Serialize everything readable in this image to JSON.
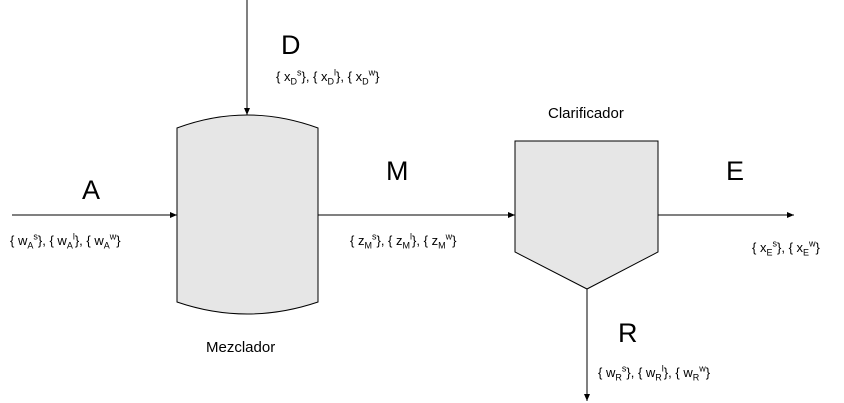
{
  "colors": {
    "stroke": "#000000",
    "fill_equipment": "#e6e6e6",
    "background": "#ffffff"
  },
  "units": {
    "mixer": {
      "label": "Mezclador"
    },
    "clarifier": {
      "label": "Clarificador"
    }
  },
  "streams": {
    "A": {
      "letter": "A",
      "comp": [
        {
          "v": "w",
          "s": "A",
          "p": "s"
        },
        {
          "v": "w",
          "s": "A",
          "p": "l"
        },
        {
          "v": "w",
          "s": "A",
          "p": "w"
        }
      ]
    },
    "D": {
      "letter": "D",
      "comp": [
        {
          "v": "x",
          "s": "D",
          "p": "s"
        },
        {
          "v": "x",
          "s": "D",
          "p": "l"
        },
        {
          "v": "x",
          "s": "D",
          "p": "w"
        }
      ]
    },
    "M": {
      "letter": "M",
      "comp": [
        {
          "v": "z",
          "s": "M",
          "p": "s"
        },
        {
          "v": "z",
          "s": "M",
          "p": "l"
        },
        {
          "v": "z",
          "s": "M",
          "p": "w"
        }
      ]
    },
    "E": {
      "letter": "E",
      "comp": [
        {
          "v": "x",
          "s": "E",
          "p": "s"
        },
        {
          "v": "x",
          "s": "E",
          "p": "w"
        }
      ]
    },
    "R": {
      "letter": "R",
      "comp": [
        {
          "v": "w",
          "s": "R",
          "p": "s"
        },
        {
          "v": "w",
          "s": "R",
          "p": "l"
        },
        {
          "v": "w",
          "s": "R",
          "p": "w"
        }
      ]
    }
  }
}
